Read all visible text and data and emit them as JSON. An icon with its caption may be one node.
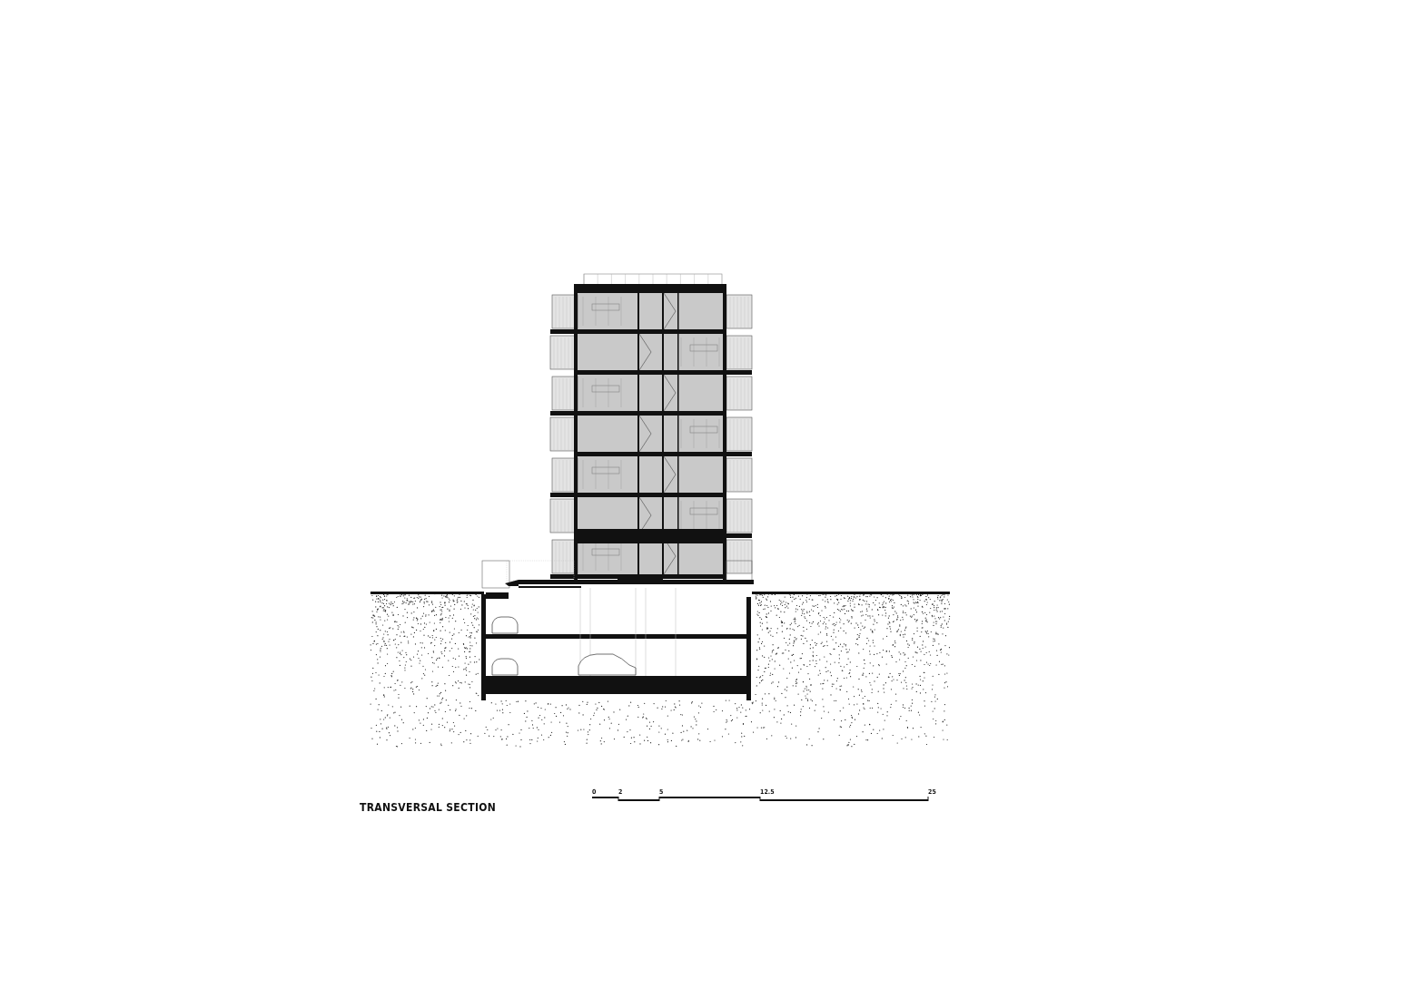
{
  "diagram": {
    "title": "TRANSVERSAL SECTION",
    "labels": [
      "0",
      "2",
      "5",
      "12.5",
      "25"
    ]
  }
}
